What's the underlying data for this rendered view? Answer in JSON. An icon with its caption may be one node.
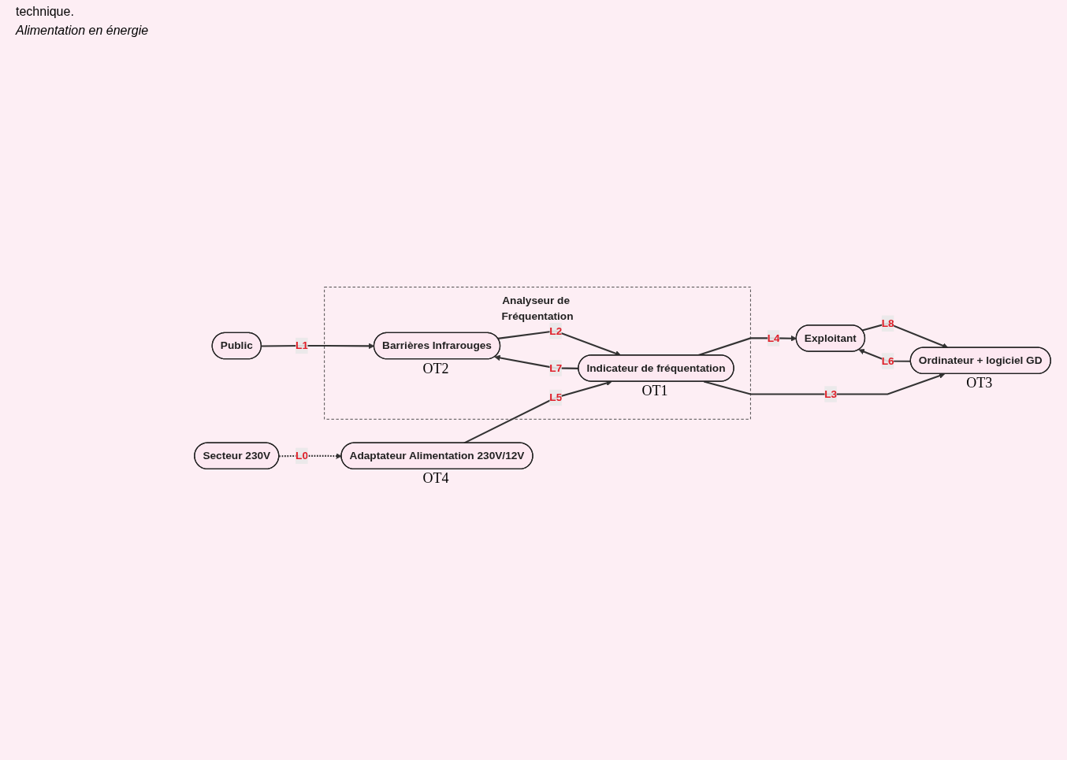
{
  "diagram": {
    "nodes": [
      {
        "text": [
          "Analyseur de Fréquentation"
        ]
      },
      {
        "text": [
          "Barrières Infrarouges"
        ],
        "in": 0,
        "beside": [
          "OT2"
        ]
      },
      {
        "text": [
          "Indicateur de fréquentation"
        ],
        "in": 0,
        "beside": [
          "OT1"
        ]
      },
      {
        "text": [
          "Public"
        ]
      },
      {
        "text": [
          "Secteur 230V"
        ]
      },
      {
        "text": [
          "Adaptateur Alimentation 230V/12V"
        ],
        "beside": [
          "OT4"
        ]
      },
      {
        "text": [
          "Exploitant"
        ]
      },
      {
        "text": [
          "Ordinateur + logiciel GD"
        ],
        "beside": [
          "OT3"
        ]
      }
    ],
    "edges": [
      {
        "from": 3,
        "to": 1,
        "arrow": "to",
        "label": "L1"
      },
      {
        "from": 1,
        "to": 2,
        "arrow": "to",
        "label": "L2"
      },
      {
        "from": 2,
        "to": 1,
        "arrow": "to",
        "label": "L7"
      },
      {
        "from": 4,
        "to": 5,
        "arrow": "to",
        "label": "L0",
        "style": "dashed"
      },
      {
        "from": 5,
        "to": 2,
        "arrow": "to",
        "label": "L5"
      },
      {
        "from": 2,
        "to": 6,
        "arrow": "to",
        "label": "L4"
      },
      {
        "from": 2,
        "to": 7,
        "arrow": "to",
        "label": "L3"
      },
      {
        "from": 6,
        "to": 7,
        "arrow": "to",
        "label": "L8"
      },
      {
        "from": 7,
        "to": 6,
        "arrow": "to",
        "label": "L6"
      }
    ],
    "labels": [
      "technique.",
      "Alimentation en énergie"
    ]
  }
}
